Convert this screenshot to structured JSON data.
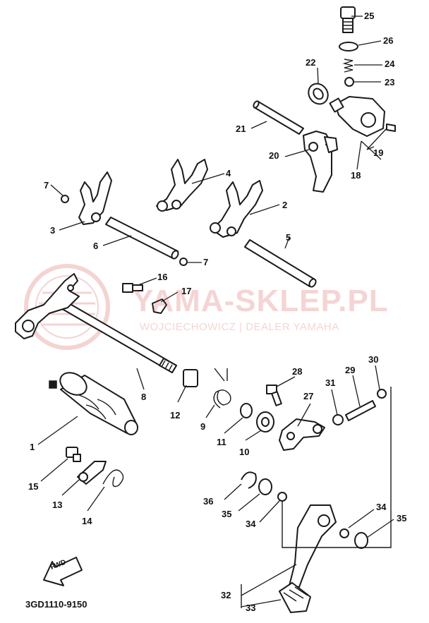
{
  "watermark": {
    "title": "YAMA-SKLEP.PL",
    "subtitle": "WOJCIECHOWICZ | DEALER YAMAHA",
    "logo_color": "#d23c3c"
  },
  "callouts": {
    "n1": "1",
    "n2": "2",
    "n3": "3",
    "n4": "4",
    "n5": "5",
    "n6": "6",
    "n7a": "7",
    "n7b": "7",
    "n8": "8",
    "n9": "9",
    "n10": "10",
    "n11": "11",
    "n12": "12",
    "n13": "13",
    "n14": "14",
    "n15": "15",
    "n16": "16",
    "n17": "17",
    "n18": "18",
    "n19": "19",
    "n20": "20",
    "n21": "21",
    "n22": "22",
    "n23": "23",
    "n24": "24",
    "n25": "25",
    "n26": "26",
    "n27": "27",
    "n28": "28",
    "n29": "29",
    "n30": "30",
    "n31": "31",
    "n32": "32",
    "n33": "33",
    "n34a": "34",
    "n34b": "34",
    "n35a": "35",
    "n35b": "35",
    "n36": "36"
  },
  "direction_marker": {
    "label": "FWD",
    "icon": "fwd-arrow-icon"
  },
  "diagram_code": "3GD1110-9150"
}
